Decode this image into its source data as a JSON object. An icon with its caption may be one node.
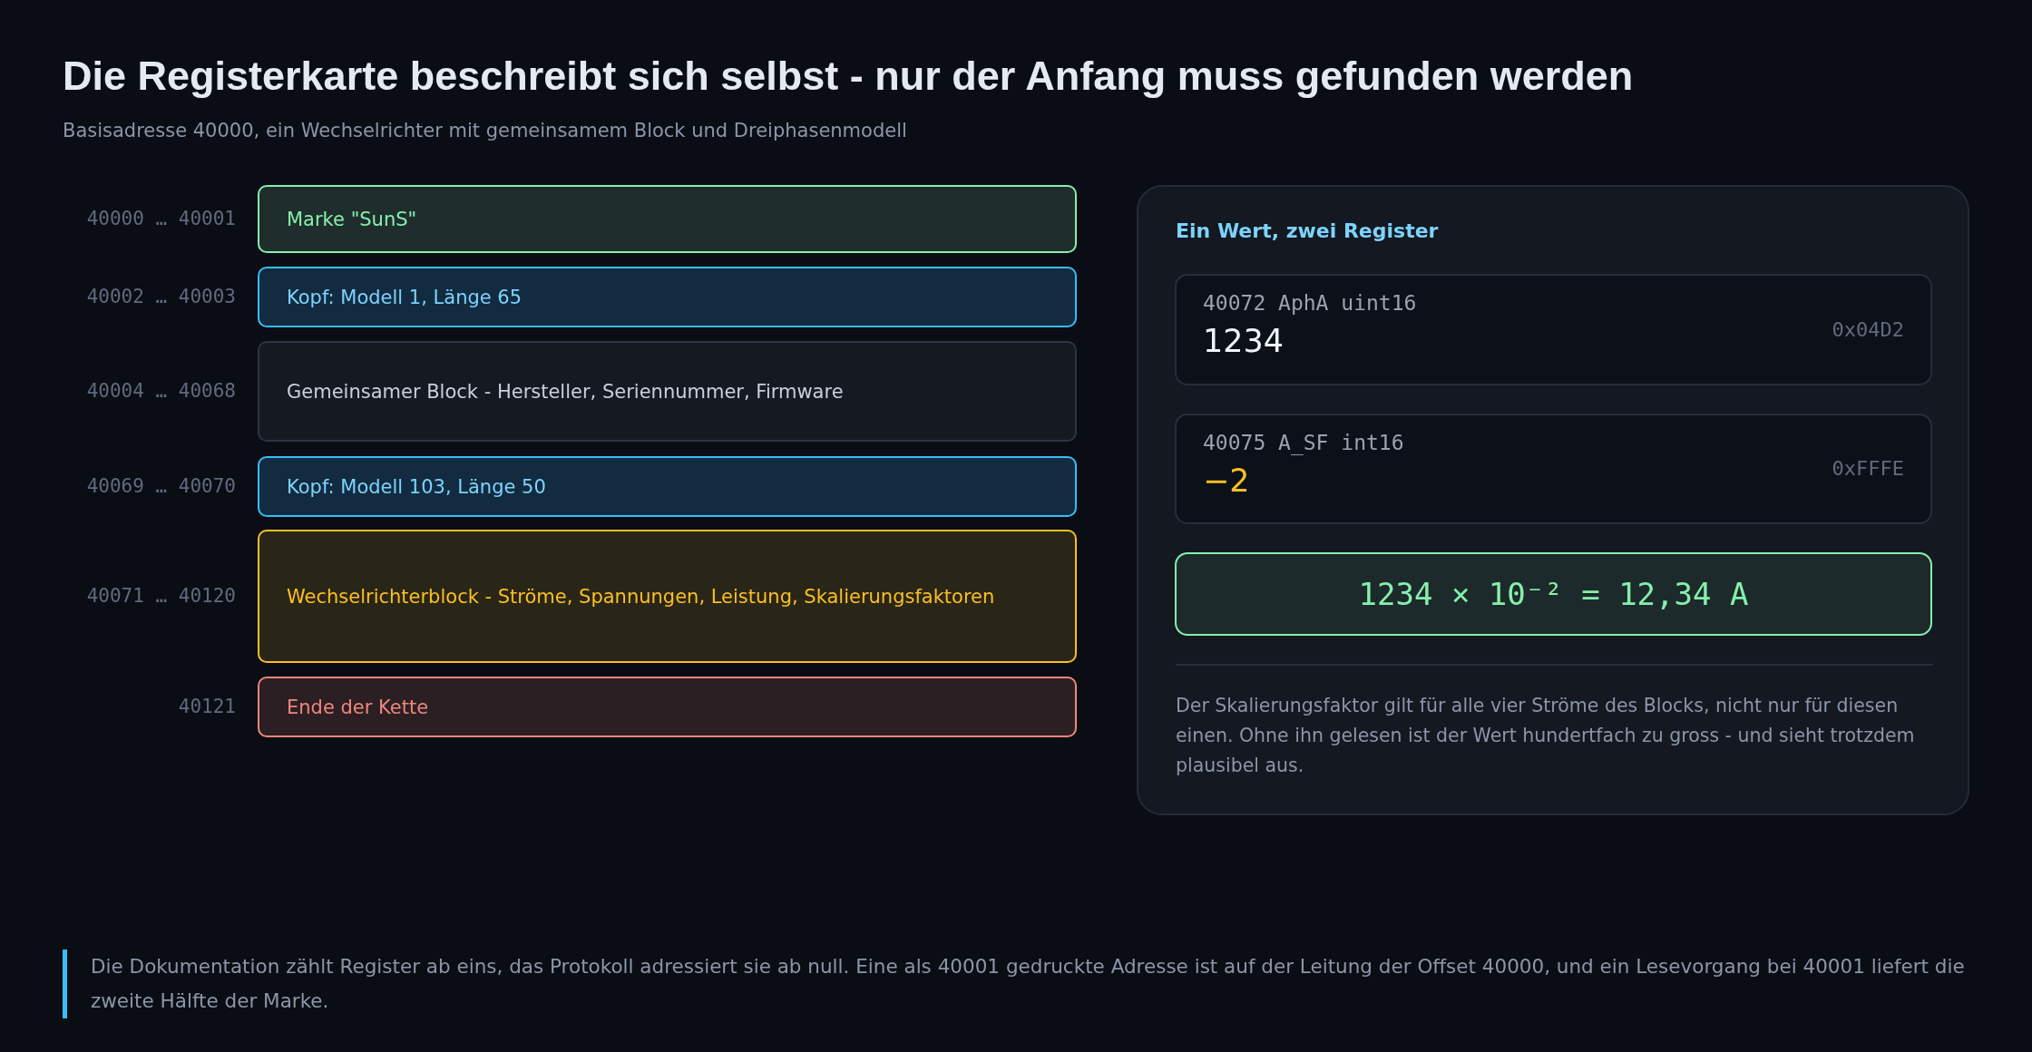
{
  "diagram": {
    "title": "Die Registerkarte beschreibt sich selbst - nur der Anfang muss gefunden werden",
    "labels": [
      "Basisadresse 40000, ein Wechselrichter mit gemeinsamem Block und Dreiphasenmodell"
    ],
    "nodes": [
      {
        "text": [
          "Marke \"SunS\""
        ],
        "beside": [
          "40000 … 40001"
        ]
      },
      {
        "text": [
          "Kopf: Modell 1, Länge 65"
        ],
        "beside": [
          "40002 … 40003"
        ]
      },
      {
        "text": [
          "Gemeinsamer Block - Hersteller, Seriennummer, Firmware"
        ],
        "beside": [
          "40004 … 40068"
        ]
      },
      {
        "text": [
          "Kopf: Modell 103, Länge 50"
        ],
        "beside": [
          "40069 … 40070"
        ]
      },
      {
        "text": [
          "Wechselrichterblock - Ströme, Spannungen, Leistung, Skalierungsfaktoren"
        ],
        "beside": [
          "40071 … 40120"
        ]
      },
      {
        "text": [
          "Ende der Kette"
        ],
        "beside": [
          "40121"
        ]
      },
      {
        "text": [
          "Ein Wert, zwei Register",
          "Der Skalierungsfaktor gilt für alle vier Ströme des Blocks, nicht nur für diesen einen. Ohne ihn gelesen ist der Wert hundertfach zu gross - und sieht trotzdem plausibel aus."
        ]
      },
      {
        "text": [
          "40072 AphA uint16",
          "1234",
          "0x04D2"
        ],
        "in": 6
      },
      {
        "text": [
          "40075 A_SF int16",
          "−2",
          "0xFFFE"
        ],
        "in": 6
      },
      {
        "text": [
          "1234 × 10⁻² = 12,34 A"
        ],
        "in": 6
      }
    ],
    "caption": "Die Dokumentation zählt Register ab eins, das Protokoll adressiert sie ab null. Eine als 40001 gedruckte Adresse ist auf der Leitung der Offset 40000, und ein Lesevorgang bei 40001 liefert die zweite Hälfte der Marke."
  }
}
